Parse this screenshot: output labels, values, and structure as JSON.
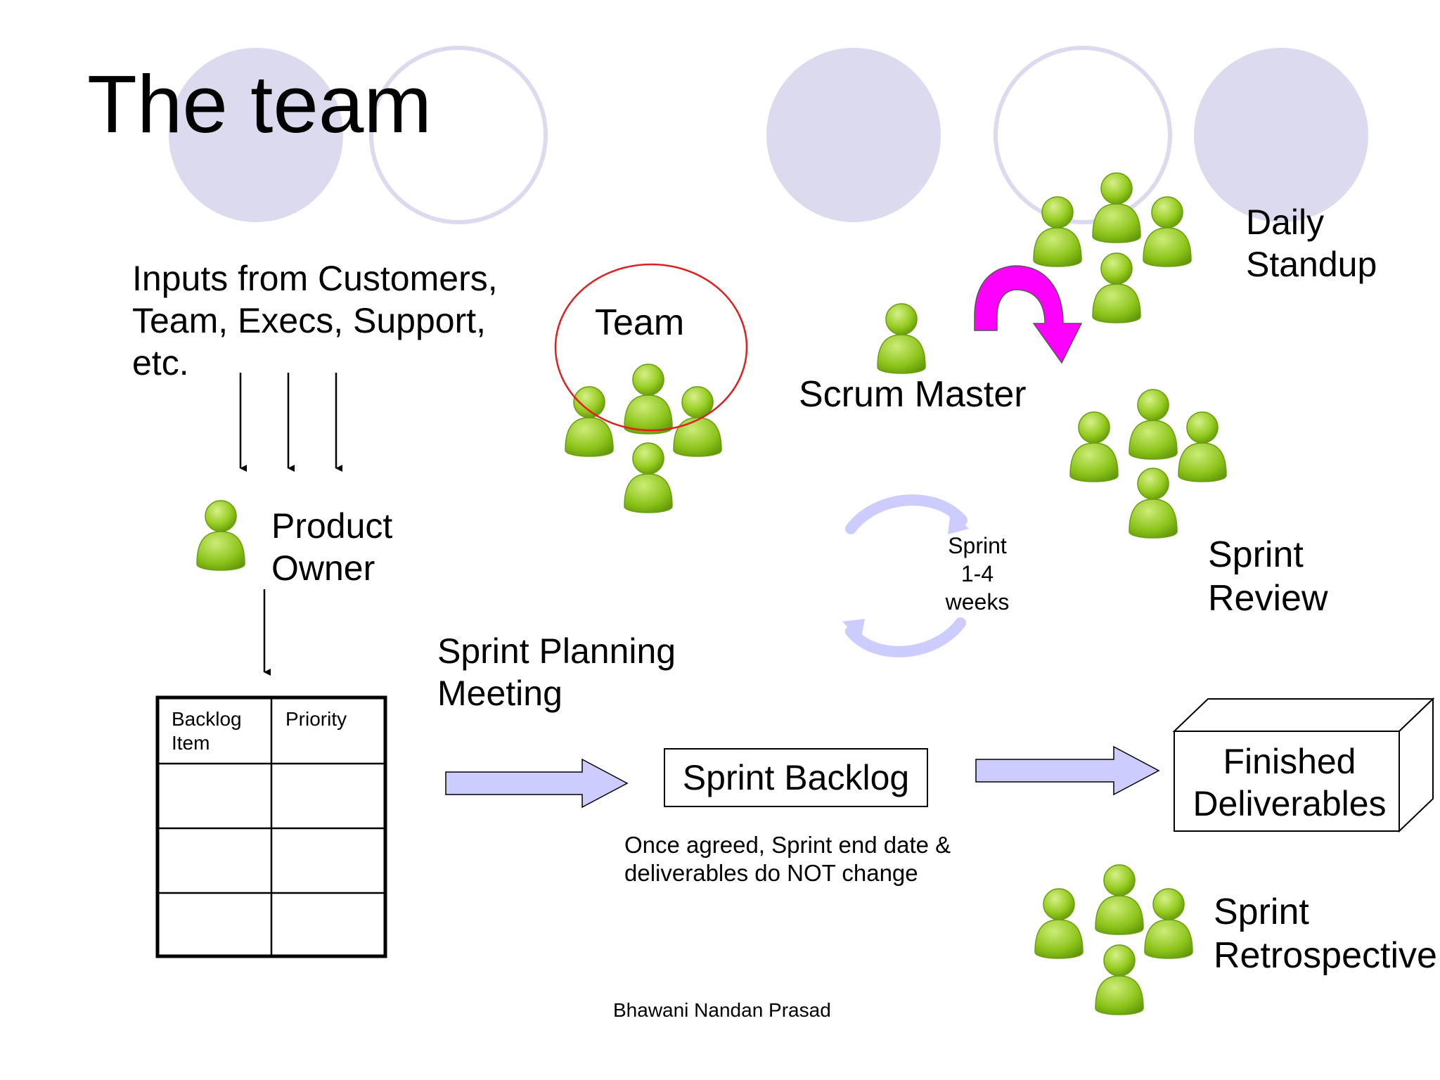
{
  "title": "The team",
  "inputs": [
    "Inputs from Customers,",
    "Team, Execs, Support,",
    "etc."
  ],
  "roles": {
    "product_owner": [
      "Product",
      "Owner"
    ],
    "team": "Team",
    "scrum_master": "Scrum Master"
  },
  "events": {
    "daily_standup": [
      "Daily",
      "Standup"
    ],
    "sprint_review": [
      "Sprint",
      "Review"
    ],
    "sprint_planning": [
      "Sprint Planning",
      "Meeting"
    ],
    "sprint_retrospective": [
      "Sprint",
      "Retrospective"
    ]
  },
  "sprint_cycle": [
    "Sprint",
    "1-4",
    "weeks"
  ],
  "backlog_table": {
    "headers": [
      "Backlog Item",
      "Priority"
    ],
    "empty_rows": 3
  },
  "sprint_backlog": "Sprint Backlog",
  "note": [
    "Once agreed, Sprint end date &",
    "deliverables do NOT change"
  ],
  "finished_deliverables": [
    "Finished",
    "Deliverables"
  ],
  "author": "Bhawani Nandan Prasad",
  "icons": {
    "person": "person-icon",
    "curved_arrow": "curved-arrow-icon",
    "cycle": "cycle-arrows-icon"
  },
  "colors": {
    "decor_circle": "#dcdaee",
    "person_green": "#8fc81e",
    "curved_arrow": "#ff00ff",
    "block_arrow": "#ccccff",
    "team_circle": "#e02020"
  }
}
